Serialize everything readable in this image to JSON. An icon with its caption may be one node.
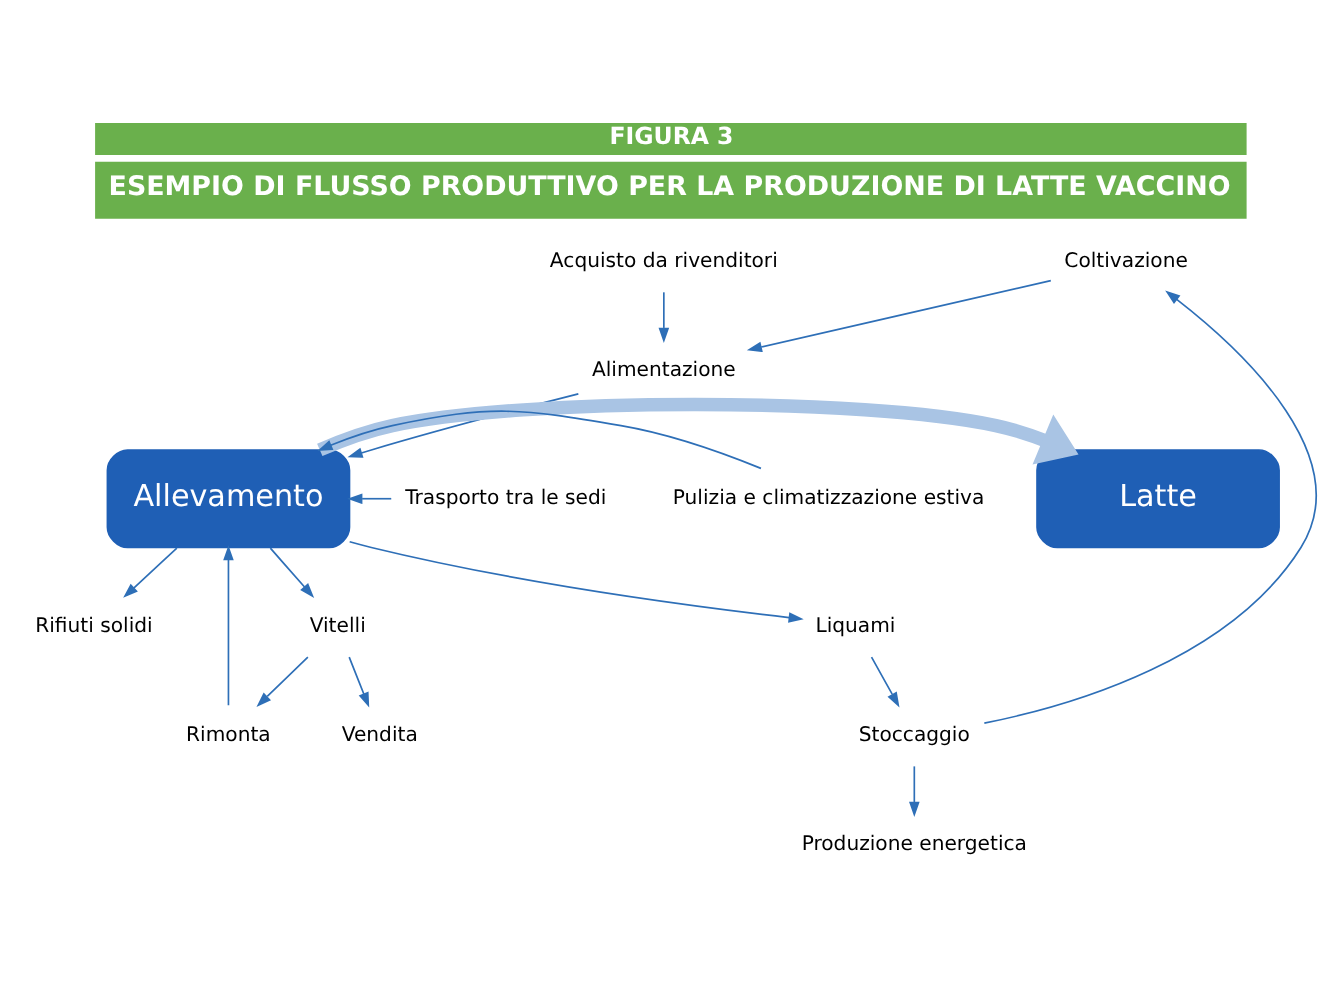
{
  "diagram": {
    "title": "ESEMPIO DI FLUSSO PRODUTTIVO PER LA PRODUZIONE DI LATTE VACCINO",
    "nodes": [
      {
        "text": [
          "Acquisto da rivenditori"
        ]
      },
      {
        "text": [
          "Coltivazione"
        ]
      },
      {
        "text": [
          "Alimentazione"
        ]
      },
      {
        "text": [
          "Trasporto tra le sedi"
        ]
      },
      {
        "text": [
          "Allevamento"
        ]
      },
      {
        "text": [
          "Latte"
        ]
      },
      {
        "text": [
          "Pulizia e climatizzazione estiva"
        ]
      },
      {
        "text": [
          "Liquami"
        ]
      },
      {
        "text": [
          "Rifiuti solidi"
        ]
      },
      {
        "text": [
          "Stoccaggio"
        ]
      },
      {
        "text": [
          "Vitelli"
        ]
      },
      {
        "text": [
          "Rimonta"
        ]
      },
      {
        "text": [
          "Produzione energetica"
        ]
      },
      {
        "text": [
          "Vendita"
        ]
      }
    ],
    "edges": [
      {
        "from": 0,
        "to": 2,
        "arrow": "to"
      },
      {
        "from": 1,
        "to": 2,
        "arrow": "to"
      },
      {
        "from": 2,
        "to": 4,
        "arrow": "to"
      },
      {
        "from": 3,
        "to": 4,
        "arrow": "to"
      },
      {
        "from": 6,
        "to": 4,
        "arrow": "to"
      },
      {
        "from": 4,
        "to": 5,
        "arrow": "to",
        "style": "thick",
        "color": "#a9c4e4"
      },
      {
        "from": 4,
        "to": 8,
        "arrow": "to"
      },
      {
        "from": 4,
        "to": 10,
        "arrow": "to"
      },
      {
        "from": 11,
        "to": 4,
        "arrow": "to"
      },
      {
        "from": 4,
        "to": 7,
        "arrow": "to"
      },
      {
        "from": 7,
        "to": 9,
        "arrow": "to"
      },
      {
        "from": 9,
        "to": 1,
        "arrow": "to"
      },
      {
        "from": 9,
        "to": 12,
        "arrow": "to"
      },
      {
        "from": 10,
        "to": 11,
        "arrow": "to"
      },
      {
        "from": 10,
        "to": 13,
        "arrow": "to"
      }
    ],
    "labels": [
      "FIGURA 3"
    ]
  }
}
